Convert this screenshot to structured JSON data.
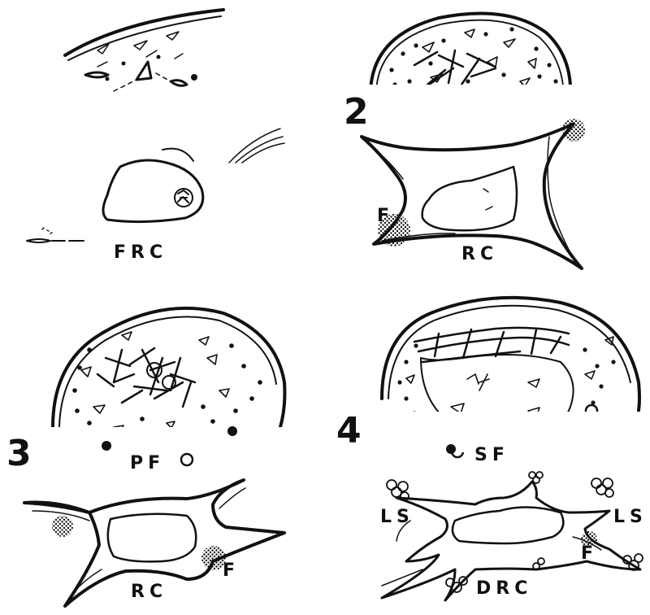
{
  "panels": [
    {
      "number": "",
      "labels": [
        "FRC"
      ]
    },
    {
      "number": "2",
      "labels": [
        "F",
        "RC"
      ]
    },
    {
      "number": "3",
      "labels": [
        "PF",
        "RC",
        "F"
      ]
    },
    {
      "number": "4",
      "labels": [
        "SF",
        "LS",
        "LS",
        "F",
        "DRC"
      ]
    }
  ]
}
